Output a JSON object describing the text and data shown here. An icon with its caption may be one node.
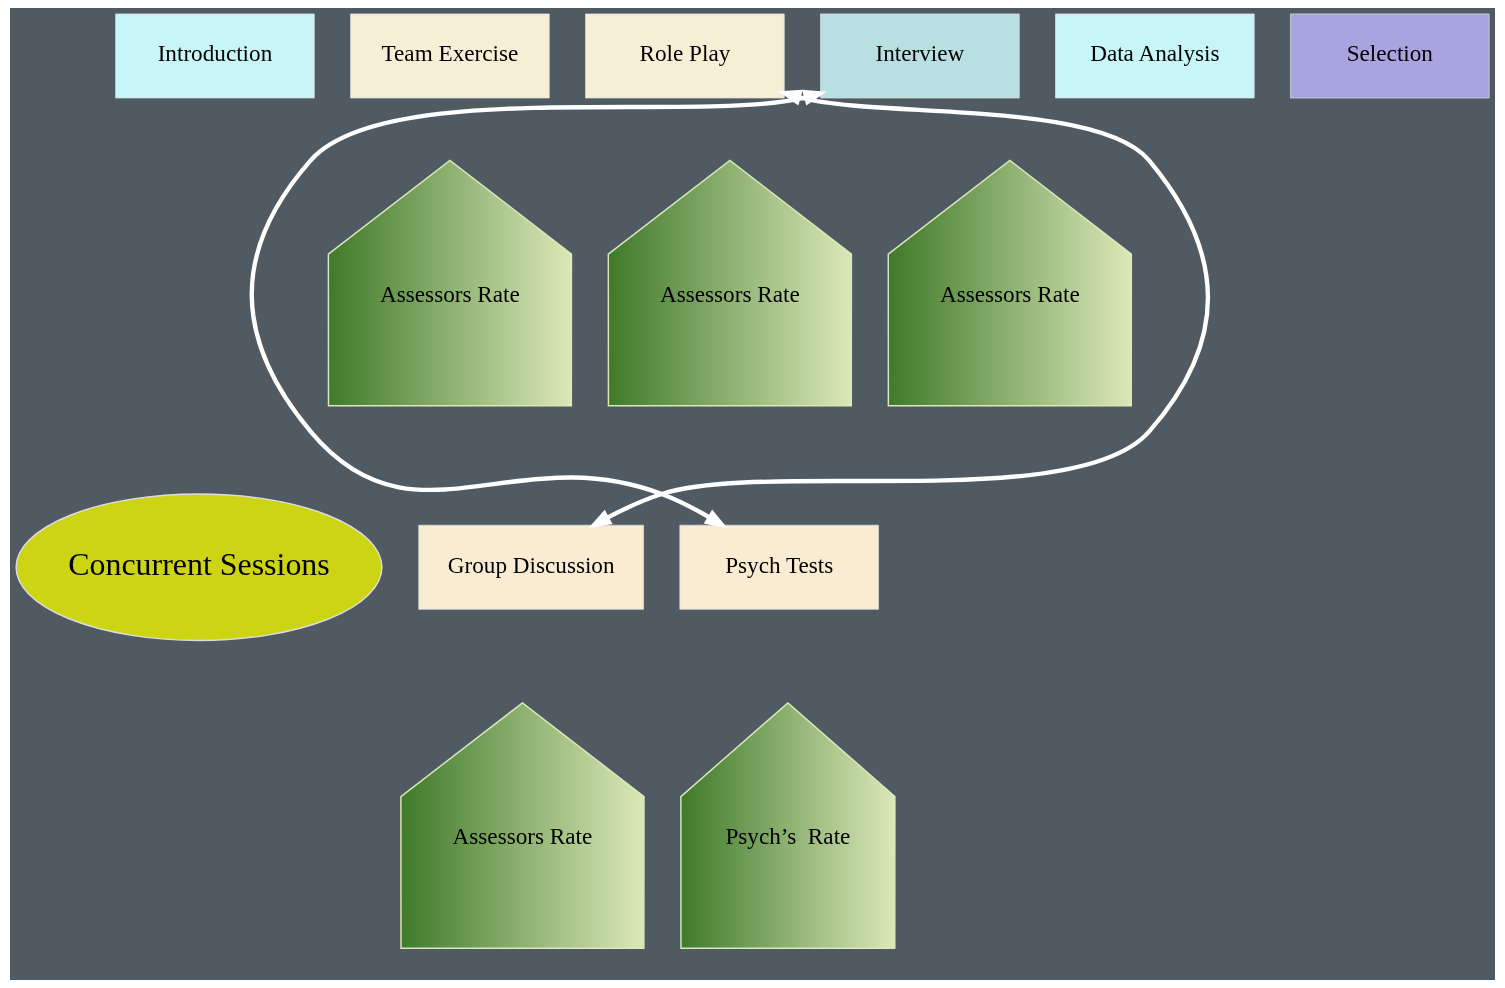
{
  "diagram": {
    "nodes": [
      {
        "text": [
          "Introduction"
        ]
      },
      {
        "text": [
          "Team Exercise"
        ]
      },
      {
        "text": [
          "Role Play"
        ]
      },
      {
        "text": [
          "Interview"
        ]
      },
      {
        "text": [
          "Data Analysis"
        ]
      },
      {
        "text": [
          "Selection"
        ]
      },
      {
        "text": [
          "Assessors Rate"
        ]
      },
      {
        "text": [
          "Assessors Rate"
        ]
      },
      {
        "text": [
          "Assessors Rate"
        ]
      },
      {
        "text": [
          "Concurrent Sessions"
        ]
      },
      {
        "text": [
          "Group Discussion"
        ]
      },
      {
        "text": [
          "Psych Tests"
        ]
      },
      {
        "text": [
          "Assessors Rate"
        ]
      },
      {
        "text": [
          "Psych’s  Rate"
        ]
      }
    ],
    "edges": [
      {
        "from": 2,
        "to": 10,
        "arrow": "both"
      },
      {
        "from": 3,
        "to": 11,
        "arrow": "both"
      }
    ]
  }
}
